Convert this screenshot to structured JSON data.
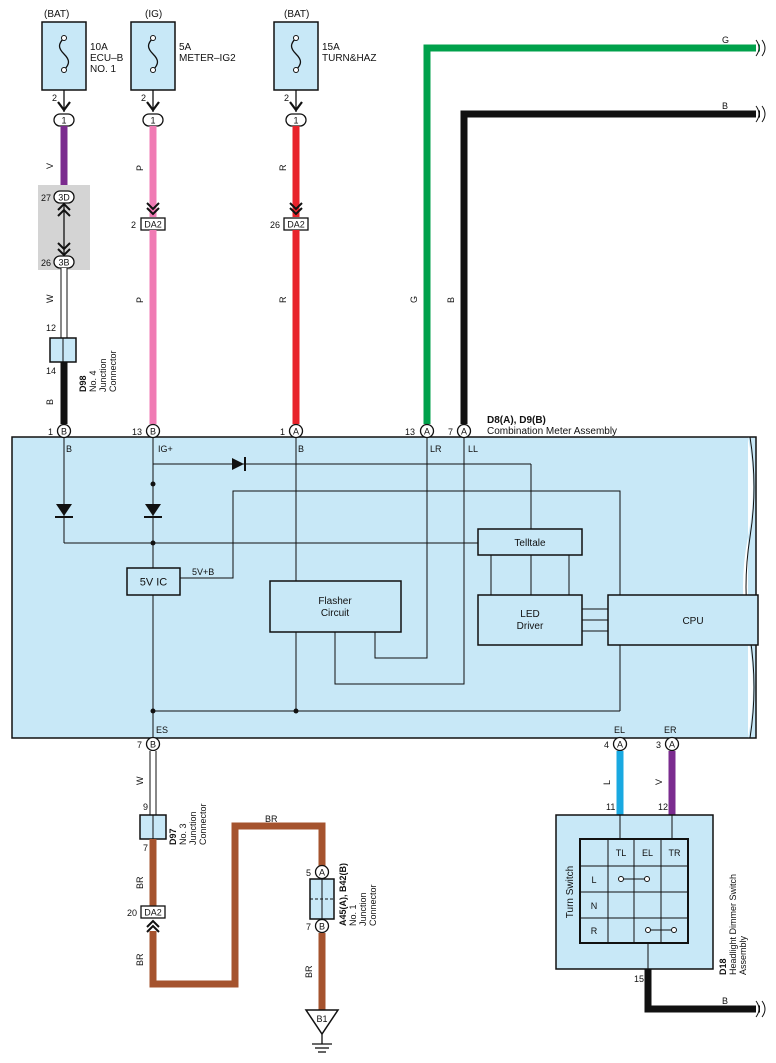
{
  "colors": {
    "violet": "#7b2c8f",
    "pink": "#f07bb4",
    "red": "#e8232b",
    "green": "#00a14b",
    "black": "#111111",
    "white_wire": "#ffffff",
    "lightblue": "#19a9e1",
    "brown": "#a5532e",
    "meter_fill": "#c8e8f7",
    "connector_gray": "#d4d4d4"
  },
  "fuses": {
    "f1": {
      "source": "(BAT)",
      "amp": "10A",
      "name1": "ECU–B",
      "name2": "NO. 1",
      "pin": "2",
      "conn": "1"
    },
    "f2": {
      "source": "(IG)",
      "amp": "5A",
      "name1": "METER–IG2",
      "pin": "2",
      "conn": "1"
    },
    "f3": {
      "source": "(BAT)",
      "amp": "15A",
      "name1": "TURN&HAZ",
      "pin": "2",
      "conn": "1"
    }
  },
  "wires": {
    "v": "V",
    "p": "P",
    "r": "R",
    "w": "W",
    "b": "B",
    "g": "G",
    "l": "L",
    "br": "BR"
  },
  "connectors": {
    "c3d": {
      "pin": "27",
      "label": "3D"
    },
    "c3b": {
      "pin": "26",
      "label": "3B"
    },
    "da2_p": {
      "pin": "2",
      "label": "DA2"
    },
    "da2_r": {
      "pin": "26",
      "label": "DA2"
    },
    "da2_br": {
      "pin": "20",
      "label": "DA2"
    },
    "d98": {
      "code": "D98",
      "name1": "No. 4",
      "name2": "Junction",
      "name3": "Connector",
      "pin_top": "12",
      "pin_bot": "14"
    },
    "d97": {
      "code": "D97",
      "name1": "No. 3",
      "name2": "Junction",
      "name3": "Connector",
      "pin_top": "9",
      "pin_bot": "7"
    },
    "a45": {
      "code": "A45(A), B42(B)",
      "name1": "No. 1",
      "name2": "Junction",
      "name3": "Connector",
      "pin_top": "5",
      "pin_bot": "7",
      "letter_top": "A",
      "letter_bot": "B"
    },
    "b1": {
      "label": "B1"
    }
  },
  "meter": {
    "code": "D8(A), D9(B)",
    "name": "Combination Meter Assembly",
    "pins_top": [
      {
        "pin": "1",
        "letter": "B",
        "term": "B"
      },
      {
        "pin": "13",
        "letter": "B",
        "term": "IG+"
      },
      {
        "pin": "1",
        "letter": "A",
        "term": "B"
      },
      {
        "pin": "13",
        "letter": "A",
        "term": "LR"
      },
      {
        "pin": "7",
        "letter": "A",
        "term": "LL"
      }
    ],
    "pins_bottom": [
      {
        "pin": "7",
        "letter": "B",
        "term": "ES"
      },
      {
        "pin": "4",
        "letter": "A",
        "term": "EL"
      },
      {
        "pin": "3",
        "letter": "A",
        "term": "ER"
      }
    ],
    "blocks": {
      "ic": "5V IC",
      "vref": "5V+B",
      "flasher1": "Flasher",
      "flasher2": "Circuit",
      "telltale": "Telltale",
      "led1": "LED",
      "led2": "Driver",
      "cpu": "CPU"
    }
  },
  "switch": {
    "code": "D18",
    "name1": "Headlight Dimmer Switch",
    "name2": "Assembly",
    "inner": "Turn Switch",
    "pin_l": "11",
    "pin_r": "12",
    "pin_b": "15",
    "cols": [
      "TL",
      "EL",
      "TR"
    ],
    "rows": [
      "L",
      "N",
      "R"
    ]
  }
}
